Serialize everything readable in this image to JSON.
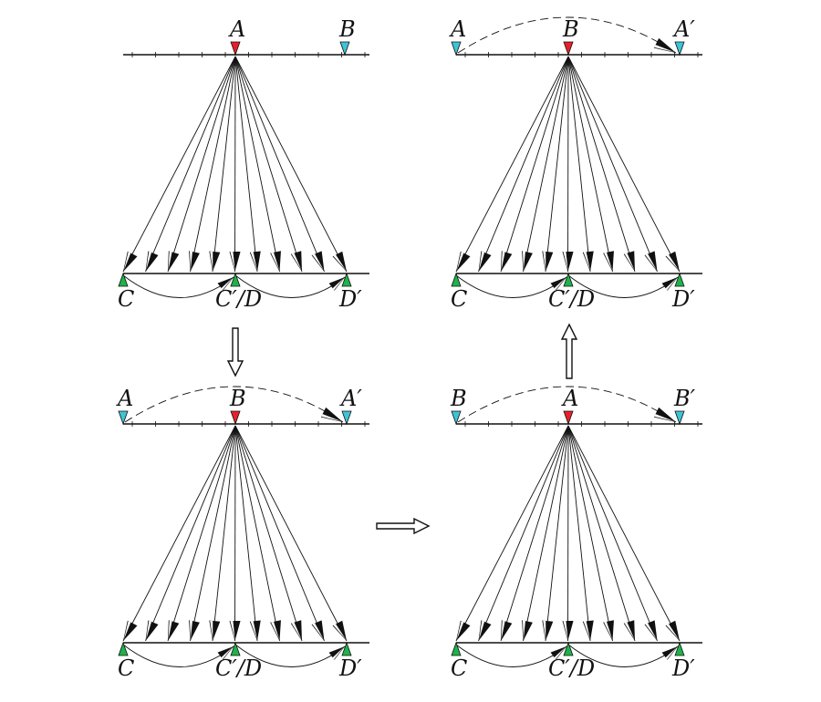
{
  "colors": {
    "line": "#111111",
    "red": "#e8202a",
    "cyan": "#3fc3d6",
    "green": "#1fb24a"
  },
  "panels": [
    {
      "id": "top-left",
      "top_labels": [
        {
          "text": "A",
          "marker": "red"
        },
        {
          "text": "B",
          "marker": "cyan"
        }
      ],
      "top_arc": false,
      "bottom_labels": [
        "C",
        "C′/D",
        "D′"
      ]
    },
    {
      "id": "top-right",
      "top_labels": [
        {
          "text": "A",
          "marker": "cyan"
        },
        {
          "text": "B",
          "marker": "red"
        },
        {
          "text": "A′",
          "marker": "cyan"
        }
      ],
      "top_arc": true,
      "bottom_labels": [
        "C",
        "C′/D",
        "D′"
      ]
    },
    {
      "id": "bottom-left",
      "top_labels": [
        {
          "text": "A",
          "marker": "cyan"
        },
        {
          "text": "B",
          "marker": "red"
        },
        {
          "text": "A′",
          "marker": "cyan"
        }
      ],
      "top_arc": true,
      "bottom_labels": [
        "C",
        "C′/D",
        "D′"
      ]
    },
    {
      "id": "bottom-right",
      "top_labels": [
        {
          "text": "B",
          "marker": "cyan"
        },
        {
          "text": "A",
          "marker": "red"
        },
        {
          "text": "B′",
          "marker": "cyan"
        }
      ],
      "top_arc": true,
      "bottom_labels": [
        "C",
        "C′/D",
        "D′"
      ]
    }
  ],
  "flow_arrows": [
    {
      "from": "top-left",
      "to": "bottom-left",
      "direction": "down"
    },
    {
      "from": "bottom-left",
      "to": "bottom-right",
      "direction": "right"
    },
    {
      "from": "bottom-right",
      "to": "top-right",
      "direction": "up"
    }
  ]
}
